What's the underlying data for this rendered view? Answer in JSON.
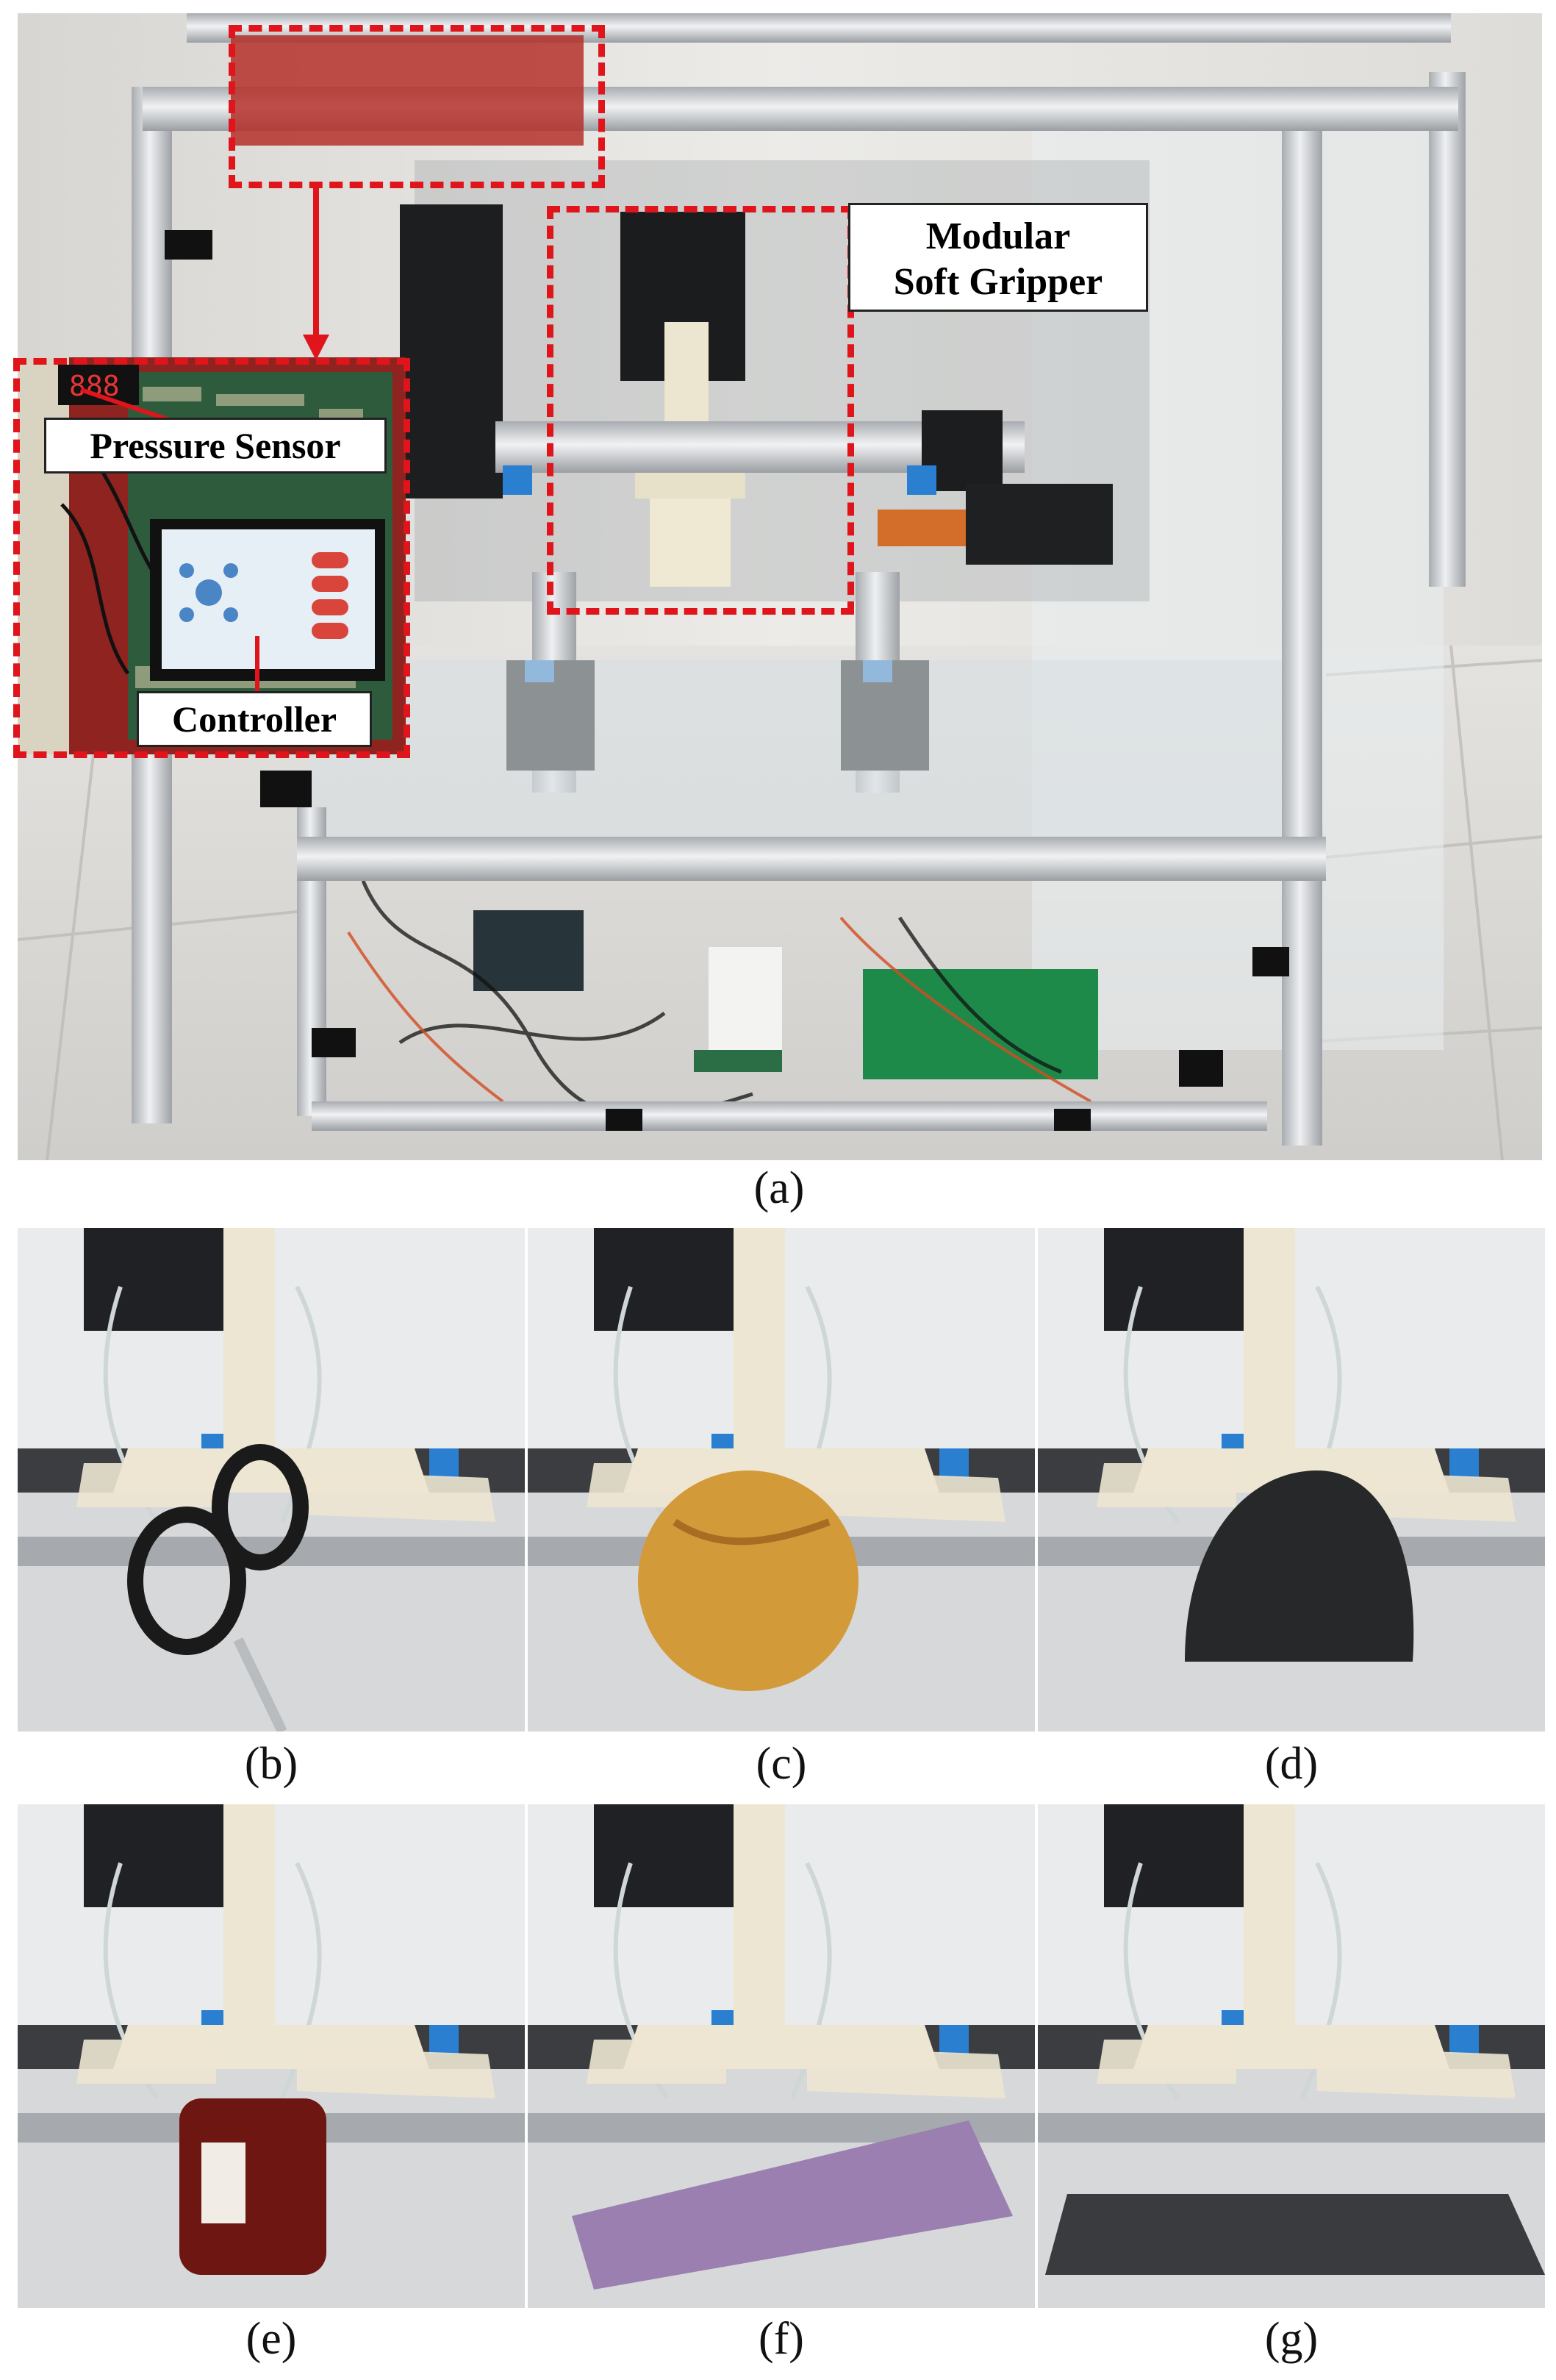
{
  "figure": {
    "panel_a": {
      "caption": "(a)",
      "label_gripper_line1": "Modular",
      "label_gripper_line2": "Soft Gripper",
      "label_pressure": "Pressure Sensor",
      "label_controller": "Controller"
    },
    "panels": [
      {
        "caption": "(b)",
        "object": "scissors",
        "object_color": "#1a1a1a"
      },
      {
        "caption": "(c)",
        "object": "wooden-ball",
        "object_color": "#d39a3a"
      },
      {
        "caption": "(d)",
        "object": "computer-mouse",
        "object_color": "#262829"
      },
      {
        "caption": "(e)",
        "object": "canned-drink",
        "object_color": "#6e1612"
      },
      {
        "caption": "(f)",
        "object": "smartphone",
        "object_color": "#9a7fb0"
      },
      {
        "caption": "(g)",
        "object": "tablet",
        "object_color": "#3a3b3e"
      }
    ],
    "colors": {
      "highlight": "#e0141b",
      "gripper": "#ede6d2",
      "frame": "#c4c8cc",
      "motor_accent": "#2a7fd0"
    }
  }
}
